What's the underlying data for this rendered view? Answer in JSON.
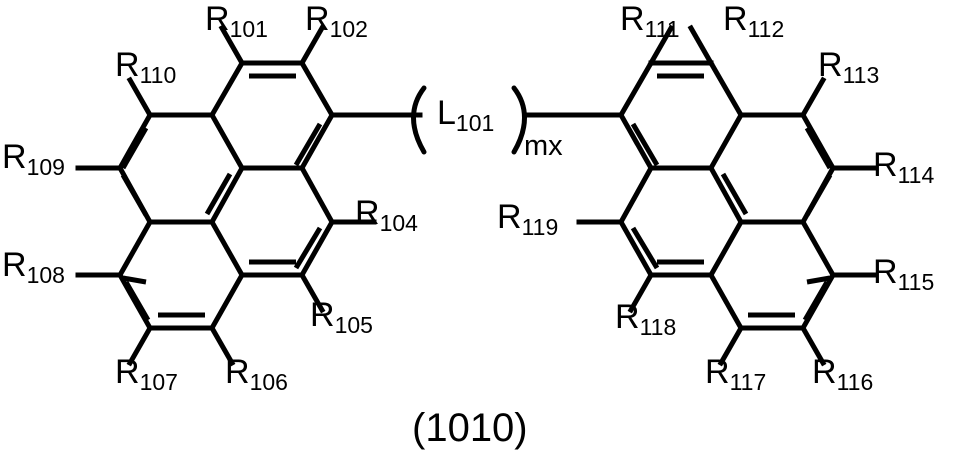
{
  "figure": {
    "caption": "(1010)",
    "type": "chemical-structure-diagram",
    "description": "Two substituted pyrene cores joined by a divalent linker",
    "ink_color": "#000000",
    "background_color": "#ffffff"
  },
  "linker": {
    "symbol": "L",
    "symbol_sub": "101",
    "repeat": "mx",
    "open_paren": "(",
    "close_paren": ")"
  },
  "left_core": {
    "name": "pyrene-left",
    "substituents": [
      {
        "id": "r101",
        "label": "R",
        "sub": "101"
      },
      {
        "id": "r102",
        "label": "R",
        "sub": "102"
      },
      {
        "id": "r104",
        "label": "R",
        "sub": "104"
      },
      {
        "id": "r105",
        "label": "R",
        "sub": "105"
      },
      {
        "id": "r106",
        "label": "R",
        "sub": "106"
      },
      {
        "id": "r107",
        "label": "R",
        "sub": "107"
      },
      {
        "id": "r108",
        "label": "R",
        "sub": "108"
      },
      {
        "id": "r109",
        "label": "R",
        "sub": "109"
      },
      {
        "id": "r110",
        "label": "R",
        "sub": "110"
      }
    ]
  },
  "right_core": {
    "name": "pyrene-right",
    "substituents": [
      {
        "id": "r111",
        "label": "R",
        "sub": "111"
      },
      {
        "id": "r112",
        "label": "R",
        "sub": "112"
      },
      {
        "id": "r113",
        "label": "R",
        "sub": "113"
      },
      {
        "id": "r114",
        "label": "R",
        "sub": "114"
      },
      {
        "id": "r115",
        "label": "R",
        "sub": "115"
      },
      {
        "id": "r116",
        "label": "R",
        "sub": "116"
      },
      {
        "id": "r117",
        "label": "R",
        "sub": "117"
      },
      {
        "id": "r118",
        "label": "R",
        "sub": "118"
      },
      {
        "id": "r119",
        "label": "R",
        "sub": "119"
      }
    ]
  }
}
